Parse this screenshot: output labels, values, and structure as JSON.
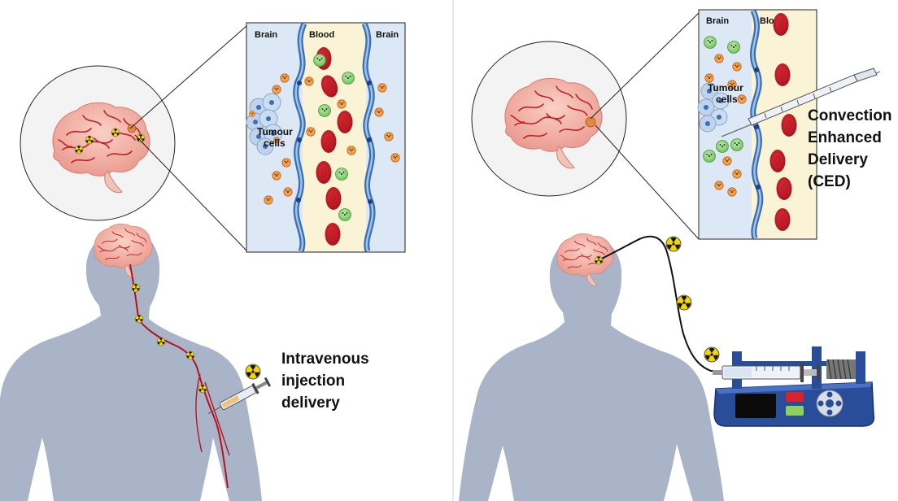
{
  "left_panel": {
    "inset_labels": {
      "brain_left": "Brain",
      "blood": "Blood",
      "brain_right": "Brain"
    },
    "tumour_label": [
      "Tumour",
      "cells"
    ],
    "caption": [
      "Intravenous",
      "injection",
      "delivery"
    ]
  },
  "right_panel": {
    "inset_labels": {
      "brain": "Brain",
      "blood": "Blood"
    },
    "tumour_label": [
      "Tumour",
      "cells"
    ],
    "caption": [
      "Convection",
      "Enhanced",
      "Delivery",
      "(CED)"
    ]
  },
  "colors": {
    "silhouette": "#aab4c9",
    "brain": "#f4b4aa",
    "brain_vessel": "#c0202a",
    "red_blood_cell": "#c81820",
    "green_particle": "#8dd47a",
    "orange_particle": "#e8953c",
    "vessel_wall": "#3a6fb0",
    "plasma": "#fbf3d6",
    "brain_tissue": "#dde8f6",
    "pump_body": "#2a4d9a",
    "radiation": "#f2d40a"
  },
  "icons": [
    "radiation-icon",
    "syringe-icon",
    "catheter-icon",
    "infusion-pump-icon",
    "brain-icon",
    "tumour-cells-icon"
  ]
}
